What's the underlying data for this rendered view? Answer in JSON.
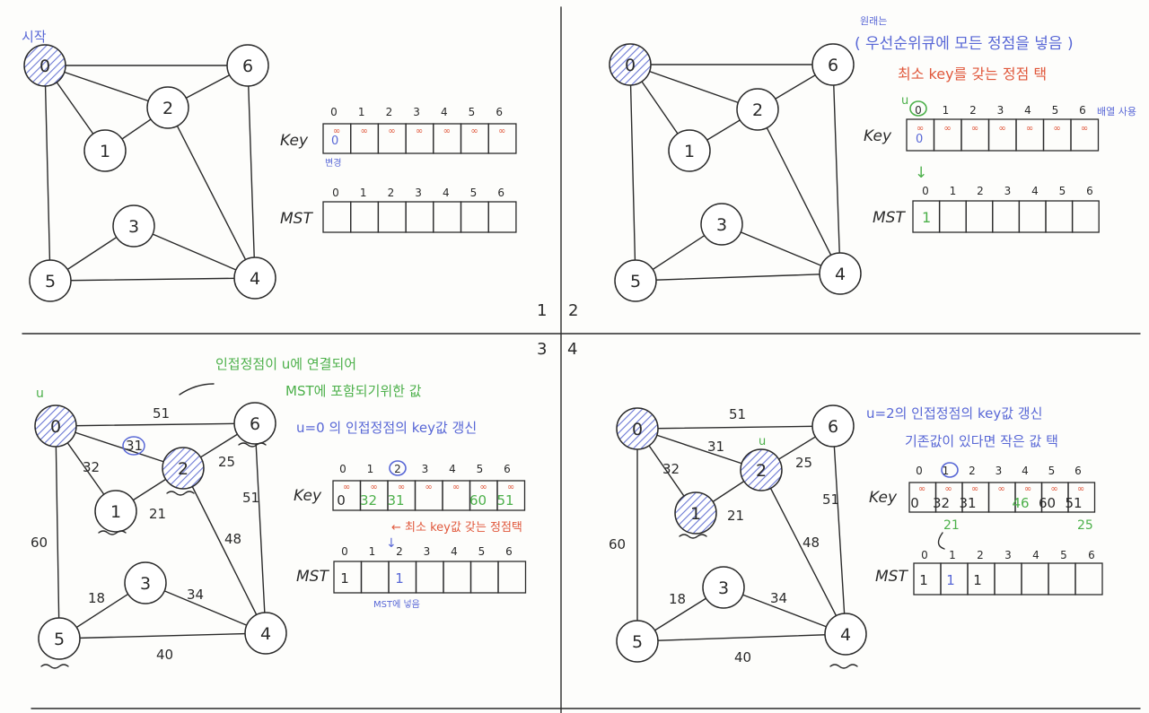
{
  "colors": {
    "ink": "#2a2a2a",
    "blue": "#5867d6",
    "red": "#e0573b",
    "green": "#4cb04a",
    "hatch": "#6b78d4"
  },
  "panel_numbers": {
    "p1": "1",
    "p2": "2",
    "p3": "3",
    "p4": "4"
  },
  "nodes": [
    "0",
    "1",
    "2",
    "3",
    "4",
    "5",
    "6"
  ],
  "row_labels": {
    "key": "Key",
    "mst": "MST"
  },
  "indices": [
    "0",
    "1",
    "2",
    "3",
    "4",
    "5",
    "6"
  ],
  "infinity": "∞",
  "panel1": {
    "start_label": "시작",
    "key_zero": "0",
    "update_label": "변경"
  },
  "panel2": {
    "note_line1": "원래는",
    "note_line2": "( 우선순위큐에 모든 정점을 넣음 )",
    "note_line3": "최소 key를 갖는 정점 택",
    "u_label": "u",
    "key_zero": "0",
    "side_label": "배열 사용",
    "arrow": "↓",
    "mst_value": "1"
  },
  "panel3": {
    "note_line1": "인접정점이 u에 연결되어",
    "note_line2": "MST에 포함되기위한 값",
    "note_line3": "u=0 의 인접정점의 key값 갱신",
    "u_label": "u",
    "circled_weight": "31",
    "weights": {
      "w01": "32",
      "w06": "51",
      "w05": "60",
      "w02": "31",
      "w12": "21",
      "w26": "25",
      "w24": "48",
      "w46": "51",
      "w35": "18",
      "w34": "34",
      "w45": "40"
    },
    "key_values": [
      "0",
      "32",
      "31",
      "",
      "",
      "60",
      "51"
    ],
    "key_note": "← 최소 key값 갖는 정점택",
    "mst_values": [
      "1",
      "",
      "1",
      "",
      "",
      "",
      ""
    ],
    "mst_note": "MST에 넣음"
  },
  "panel4": {
    "note_line1": "u=2의 인접정점의 key값 갱신",
    "note_line2": "기존값이 있다면 작은 값 택",
    "u_label": "u",
    "weights": {
      "w01": "32",
      "w06": "51",
      "w05": "60",
      "w02": "31",
      "w12": "21",
      "w26": "25",
      "w24": "48",
      "w46": "51",
      "w35": "18",
      "w34": "34",
      "w45": "40"
    },
    "key_values": [
      "0",
      "32",
      "31",
      "",
      "46",
      "60",
      "51"
    ],
    "below_1": "21",
    "below_6": "25",
    "mst_values": [
      "1",
      "1",
      "1",
      "",
      "",
      "",
      ""
    ]
  }
}
